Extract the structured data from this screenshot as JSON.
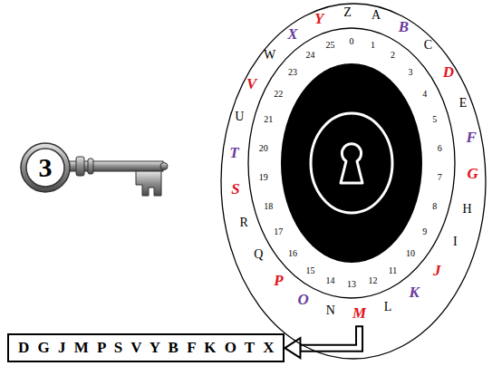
{
  "diagram": {
    "nodes": [
      {
        "text": [
          "3"
        ]
      },
      {
        "text": [
          "A",
          "B",
          "C",
          "D",
          "E",
          "F",
          "G",
          "H",
          "I",
          "J",
          "K",
          "L",
          "M",
          "N",
          "O",
          "P",
          "Q",
          "R",
          "S",
          "T",
          "U",
          "V",
          "W",
          "X",
          "Y",
          "Z"
        ]
      },
      {
        "text": [
          "0",
          "1",
          "2",
          "3",
          "4",
          "5",
          "6",
          "7",
          "8",
          "9",
          "10",
          "11",
          "12",
          "13",
          "14",
          "15",
          "16",
          "17",
          "18",
          "19",
          "20",
          "21",
          "22",
          "23",
          "24",
          "25"
        ],
        "in": 1
      },
      {
        "text": [
          "D G J M P S V Y B F K O T X"
        ]
      }
    ],
    "edges": [
      {
        "from": 1,
        "to": 3,
        "arrow": "to"
      }
    ]
  }
}
